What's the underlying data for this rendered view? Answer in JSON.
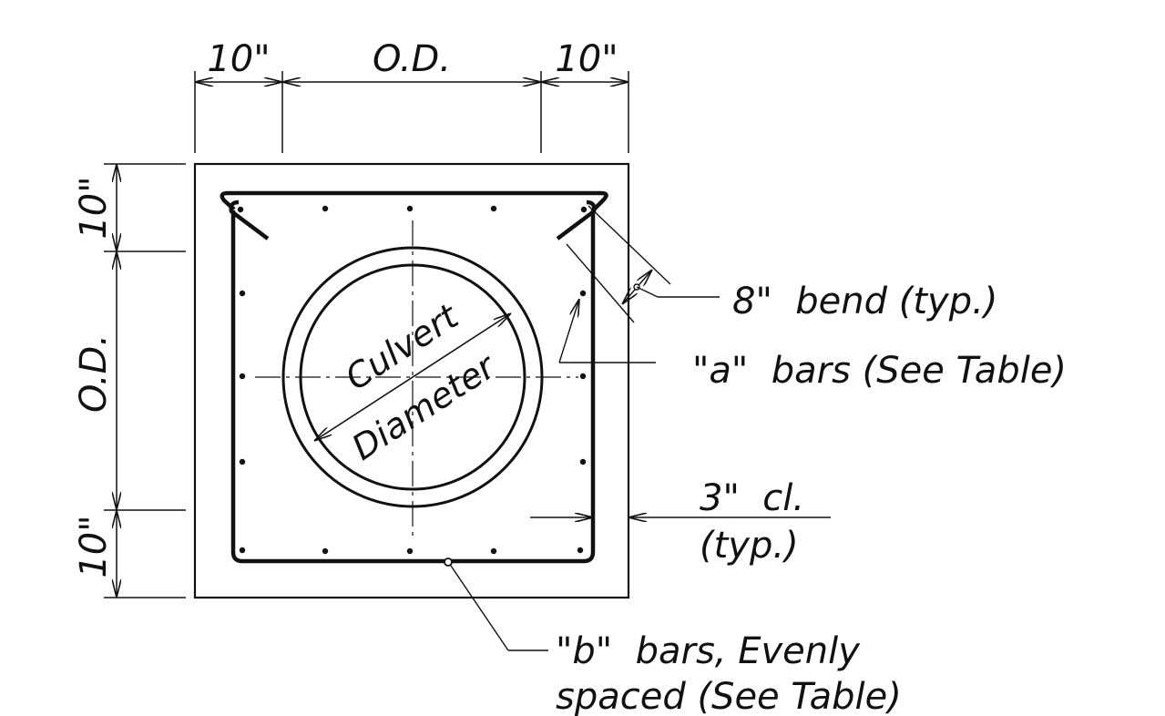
{
  "drawing": {
    "dims": {
      "top_left": "10\"",
      "top_mid": "O.D.",
      "top_right": "10\"",
      "left_top": "10\"",
      "left_mid": "O.D.",
      "left_bottom": "10\""
    },
    "culvert": {
      "line1": "Culvert",
      "line2": "Diameter"
    },
    "callouts": {
      "bend": "8\"  bend (typ.)",
      "a_bars": "\"a\"  bars (See Table)",
      "clear_line1": "3\"  cl.",
      "clear_line2": "(typ.)",
      "b_bars_line1": "\"b\"  bars, Evenly",
      "b_bars_line2": "spaced (See Table)"
    }
  }
}
